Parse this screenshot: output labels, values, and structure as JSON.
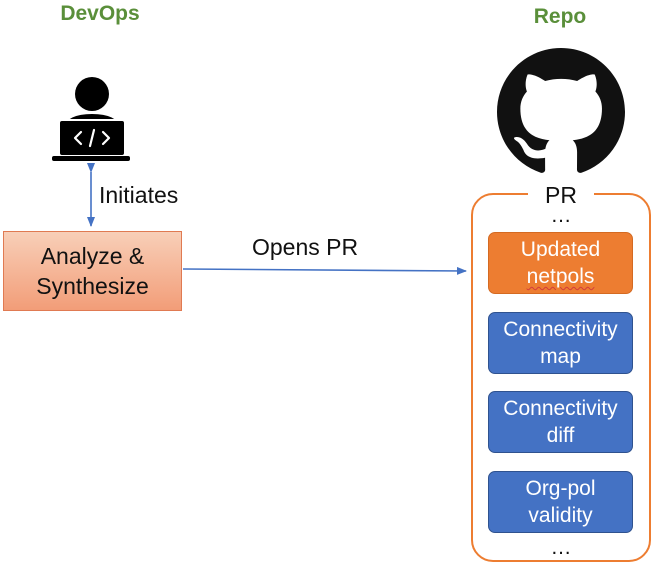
{
  "headings": {
    "devops": "DevOps",
    "repo": "Repo"
  },
  "icons": {
    "developer": "developer-laptop-icon",
    "repo": "github-octocat-icon"
  },
  "edges": {
    "initiates": "Initiates",
    "opens_pr": "Opens PR"
  },
  "process": {
    "line1": "Analyze &",
    "line2": "Synthesize"
  },
  "pr": {
    "title": "PR",
    "ellipsis_top": "…",
    "ellipsis_bottom": "…",
    "items": [
      {
        "line1": "Updated",
        "line2": "netpols",
        "color": "#ed7d31"
      },
      {
        "line1": "Connectivity",
        "line2": "map",
        "color": "#4472c4"
      },
      {
        "line1": "Connectivity",
        "line2": "diff",
        "color": "#4472c4"
      },
      {
        "line1": "Org-pol",
        "line2": "validity",
        "color": "#4472c4"
      }
    ]
  },
  "colors": {
    "heading_green": "#5a8f3a",
    "arrow_blue": "#4472c4",
    "accent_orange": "#ed7d31",
    "card_blue": "#4472c4"
  }
}
